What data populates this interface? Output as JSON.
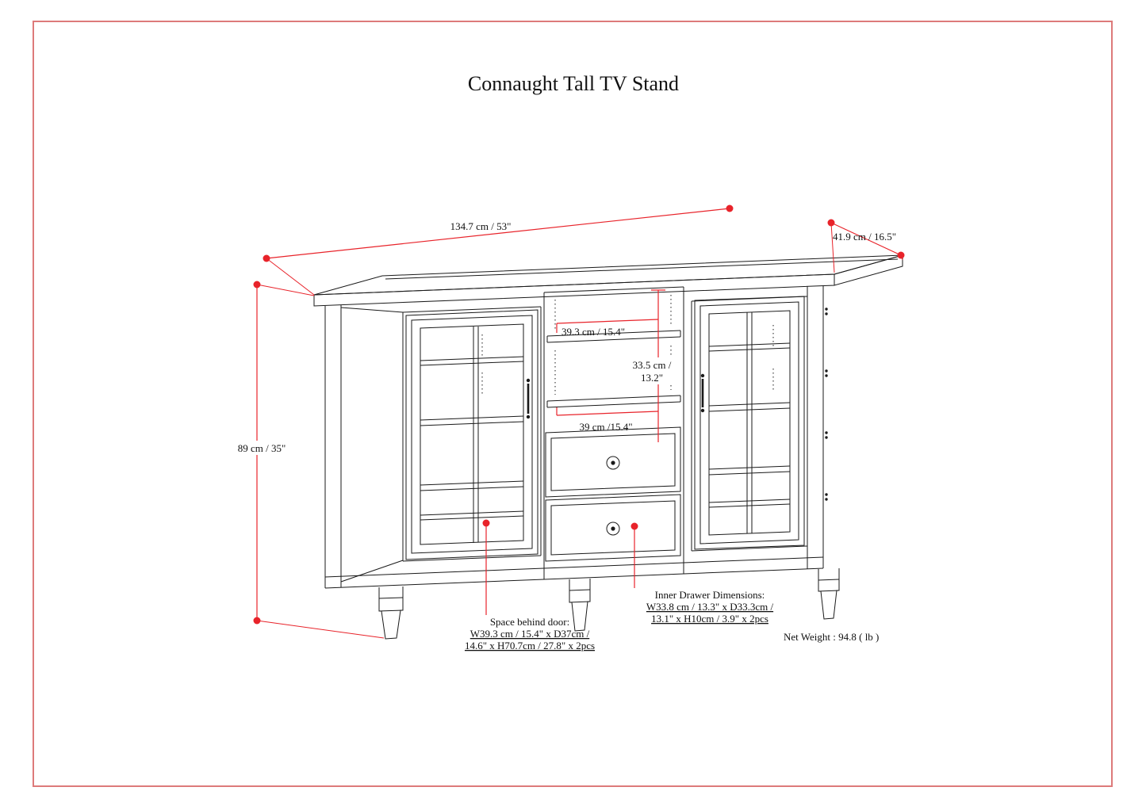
{
  "title": "Connaught Tall TV Stand",
  "colors": {
    "drawing_line": "#1a1a1a",
    "dimension_red": "#e8232a",
    "page_border": "#dd7a7a"
  },
  "dimensions": {
    "width": "134.7 cm / 53\"",
    "depth": "41.9 cm / 16.5\"",
    "height": "89 cm / 35\"",
    "top_shelf_width": "39.3 cm / 15.4\"",
    "shelf_height_line1": "33.5 cm /",
    "shelf_height_line2": "13.2\"",
    "lower_shelf_width": "39 cm /15.4\""
  },
  "annotations": {
    "door_space_line1": "Space behind door:",
    "door_space_line2": "W39.3 cm / 15.4\" x D37cm /",
    "door_space_line3": "14.6\" x H70.7cm / 27.8\" x 2pcs",
    "inner_drawer_line1": "Inner Drawer Dimensions:",
    "inner_drawer_line2": "W33.8 cm / 13.3\" x D33.3cm /",
    "inner_drawer_line3": "13.1\" x H10cm / 3.9\" x 2pcs",
    "net_weight": "Net Weight : 94.8 ( lb )"
  }
}
